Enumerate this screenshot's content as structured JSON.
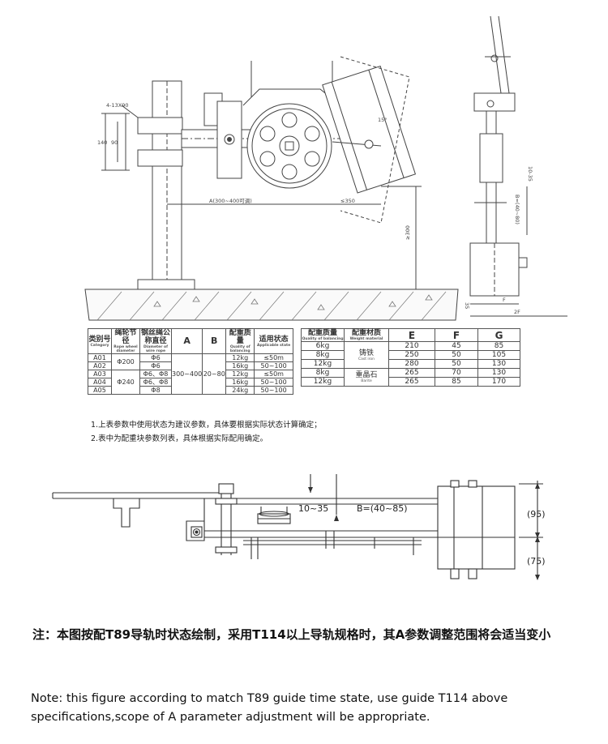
{
  "top_drawing": {
    "dim_hole": "4-13X90",
    "dim_140": "140",
    "dim_90": "90",
    "dim_A": "A(300~400可调)",
    "dim_350": "≤350",
    "dim_300": "≥300",
    "dim_15": "15°",
    "dim_10_35": "10-35",
    "dim_B": "B=(40~80)",
    "dim_F": "F",
    "dim_2F": "2F",
    "dim_35": "35"
  },
  "table1": {
    "headers": [
      {
        "cn": "类别号",
        "en": "Category"
      },
      {
        "cn": "绳轮节径",
        "en": "Rope wheel diameter"
      },
      {
        "cn": "钢丝绳公称直径",
        "en": "Diameter of wire rope"
      },
      {
        "cn": "A",
        "en": ""
      },
      {
        "cn": "B",
        "en": ""
      },
      {
        "cn": "配重质量",
        "en": "Quality of balancing"
      },
      {
        "cn": "适用状态",
        "en": "Applicable state"
      }
    ],
    "rows": [
      {
        "cat": "A01",
        "wire": "Φ6",
        "mass": "12kg",
        "state": "≤50m"
      },
      {
        "cat": "A02",
        "wire": "Φ6",
        "mass": "16kg",
        "state": "50~100"
      },
      {
        "cat": "A03",
        "wire": "Φ6、Φ8",
        "mass": "12kg",
        "state": "≤50m"
      },
      {
        "cat": "A04",
        "wire": "Φ6、Φ8",
        "mass": "16kg",
        "state": "50~100"
      },
      {
        "cat": "A05",
        "wire": "Φ8",
        "mass": "24kg",
        "state": "50~100"
      }
    ],
    "wheel_1": "Φ200",
    "wheel_2": "Φ240",
    "A_value": "300~400",
    "B_value": "20~80"
  },
  "table2": {
    "headers": [
      {
        "cn": "配重质量",
        "en": "Quality of balancing"
      },
      {
        "cn": "配重材质",
        "en": "Weight material"
      },
      {
        "cn": "E",
        "en": ""
      },
      {
        "cn": "F",
        "en": ""
      },
      {
        "cn": "G",
        "en": ""
      }
    ],
    "rows": [
      {
        "mass": "6kg",
        "e": "210",
        "f": "45",
        "g": "85"
      },
      {
        "mass": "8kg",
        "e": "250",
        "f": "50",
        "g": "105"
      },
      {
        "mass": "12kg",
        "e": "280",
        "f": "50",
        "g": "130"
      },
      {
        "mass": "8kg",
        "e": "265",
        "f": "70",
        "g": "130"
      },
      {
        "mass": "12kg",
        "e": "265",
        "f": "85",
        "g": "170"
      }
    ],
    "material_1_cn": "铸铁",
    "material_1_en": "Cast iron",
    "material_2_cn": "重晶石",
    "material_2_en": "Barite"
  },
  "notes": {
    "line1": "1.上表参数中使用状态为建议参数，具体要根据实际状态计算确定；",
    "line2": "2.表中为配重块参数列表，具体根据实际配用确定。"
  },
  "bottom_drawing": {
    "dim_10_35": "10~35",
    "dim_B": "B=(40~85)",
    "dim_95": "(95)",
    "dim_75": "(75)"
  },
  "footer": {
    "cn": "注：本图按配T89导轨时状态绘制，采用T114以上导轨规格时，其A参数调整范围将会适当变小",
    "en": "Note: this figure according to match T89 guide time state, use guide T114 above specifications,scope of A parameter adjustment will be appropriate."
  }
}
